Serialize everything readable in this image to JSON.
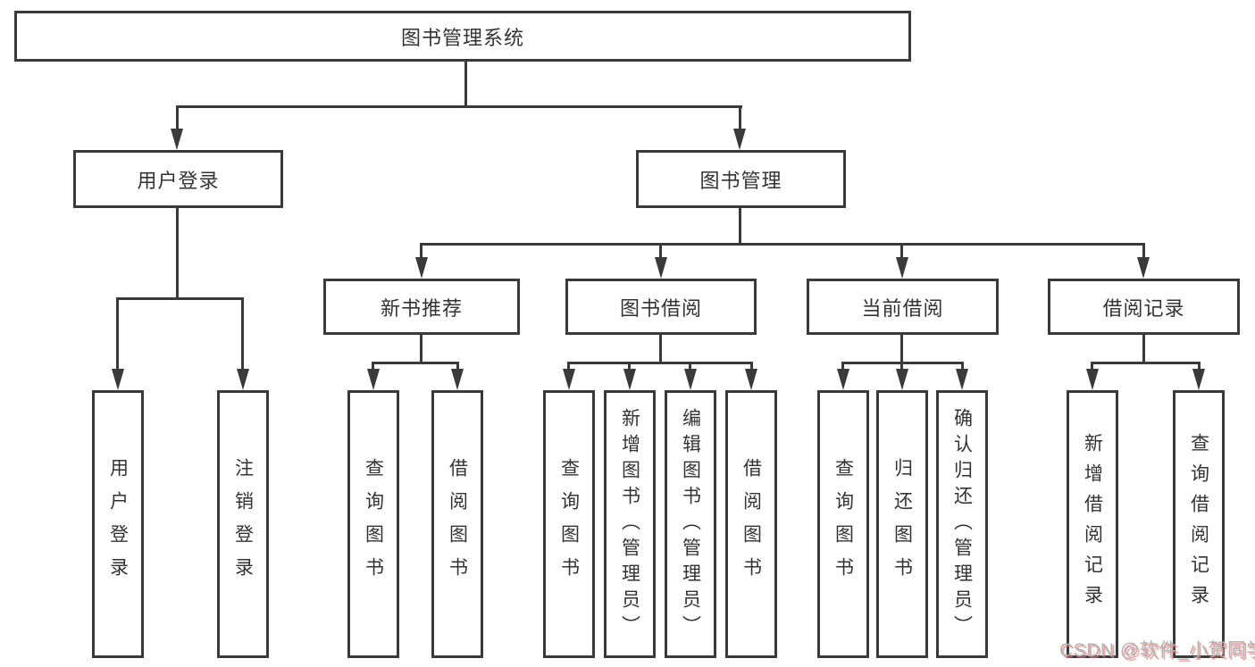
{
  "diagram": {
    "type": "tree",
    "title": "图书管理系统"
  },
  "nodes": {
    "root": {
      "label": "图书管理系统"
    },
    "level2": [
      {
        "label": "用户登录"
      },
      {
        "label": "图书管理"
      }
    ],
    "level3": [
      {
        "label": "新书推荐",
        "parent": "图书管理"
      },
      {
        "label": "图书借阅",
        "parent": "图书管理"
      },
      {
        "label": "当前借阅",
        "parent": "图书管理"
      },
      {
        "label": "借阅记录",
        "parent": "图书管理"
      }
    ],
    "leaves": [
      {
        "label": "用户登录",
        "parent": "用户登录"
      },
      {
        "label": "注销登录",
        "parent": "用户登录"
      },
      {
        "label": "查询图书",
        "parent": "新书推荐"
      },
      {
        "label": "借阅图书",
        "parent": "新书推荐"
      },
      {
        "label": "查询图书",
        "parent": "图书借阅"
      },
      {
        "label": "新增图书（管理员）",
        "parent": "图书借阅"
      },
      {
        "label": "编辑图书（管理员）",
        "parent": "图书借阅"
      },
      {
        "label": "借阅图书",
        "parent": "图书借阅"
      },
      {
        "label": "查询图书",
        "parent": "当前借阅"
      },
      {
        "label": "归还图书",
        "parent": "当前借阅"
      },
      {
        "label": "确认归还（管理员）",
        "parent": "当前借阅"
      },
      {
        "label": "新增借阅记录",
        "parent": "借阅记录"
      },
      {
        "label": "查询借阅记录",
        "parent": "借阅记录"
      }
    ]
  },
  "watermark": {
    "text": "CSDN @软件_小贺同学"
  },
  "colors": {
    "line": "#3a3a3a",
    "text": "#333333",
    "background": "#ffffff",
    "watermark": "#b3b3b3",
    "watermark_shadow": "#e07d78"
  }
}
